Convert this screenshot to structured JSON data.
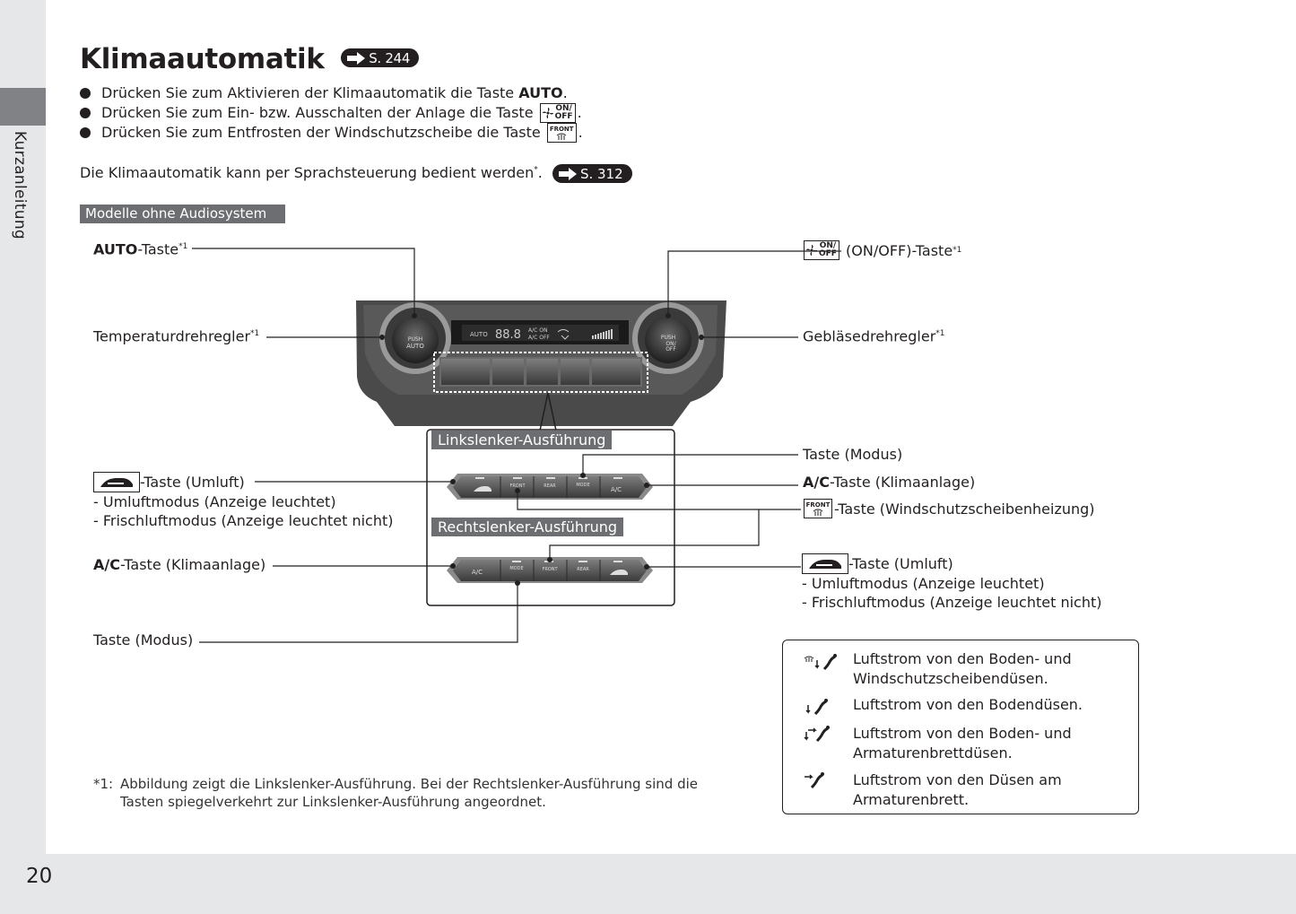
{
  "side_label": "Kurzanleitung",
  "page_number": "20",
  "title": "Klimaautomatik",
  "title_ref": "S. 244",
  "bullets": [
    {
      "prefix": "Drücken Sie zum Aktivieren der Klimaautomatik die Taste ",
      "bold": "AUTO",
      "suffix": "."
    },
    {
      "prefix": "Drücken Sie zum Ein- bzw. Ausschalten der Anlage die Taste ",
      "icon": "ON/\nOFF",
      "suffix": "."
    },
    {
      "prefix": "Drücken Sie zum Entfrosten der Windschutzscheibe die Taste ",
      "icon": "FRONT",
      "suffix": "."
    }
  ],
  "intro": {
    "text": "Die Klimaautomatik kann per Sprachsteuerung bedient werden",
    "mark": "*",
    "end": ".",
    "ref": "S. 312"
  },
  "section": "Modelle ohne Audiosystem",
  "labels": {
    "auto_bold": "AUTO",
    "auto_rest": "-Taste",
    "sup1": "*1",
    "onoff_rest": " (ON/OFF)-Taste",
    "temp": "Temperaturdrehregler",
    "fan": "Gebläsedrehregler",
    "lhd": "Linkslenker-Ausführung",
    "rhd": "Rechtslenker-Ausführung",
    "mode_right": "Taste (Modus)",
    "ac_bold": "A/C",
    "ac_rest": "-Taste (Klimaanlage)",
    "defrost_rest": "-Taste (Windschutzscheibenheizung)",
    "recirc_rest": "-Taste (Umluft)",
    "recirc_sub1": "- Umluftmodus (Anzeige leuchtet)",
    "recirc_sub2": "- Frischluftmodus (Anzeige leuchtet nicht)",
    "mode_left": "Taste (Modus)"
  },
  "display": {
    "auto": "AUTO",
    "digits": "88.8",
    "ac_on": "A/C ON",
    "ac_off": "A/C OFF"
  },
  "knob_left": {
    "line1": "PUSH",
    "line2": "AUTO"
  },
  "knob_right": {
    "line1": "PUSH",
    "line2": "ON/",
    "line3": "OFF"
  },
  "buttons": {
    "front": "FRONT",
    "rear": "REAR",
    "mode": "MODE",
    "ac": "A/C"
  },
  "icon_texts": {
    "on": "ON/",
    "off": "OFF",
    "front": "FRONT"
  },
  "legend": [
    {
      "icon": "floor-windshield-icon",
      "line1": "Luftstrom von den Boden- und",
      "line2": "Windschutzscheibendüsen."
    },
    {
      "icon": "floor-icon",
      "line1": "Luftstrom von den Bodendüsen.",
      "line2": ""
    },
    {
      "icon": "floor-dash-icon",
      "line1": "Luftstrom von den Boden- und",
      "line2": "Armaturenbrettdüsen."
    },
    {
      "icon": "dash-icon",
      "line1": "Luftstrom von den Düsen am",
      "line2": "Armaturenbrett."
    }
  ],
  "footnote": {
    "mark": "*1:",
    "line1": "Abbildung zeigt die Linkslenker-Ausführung. Bei der Rechtslenker-Ausführung sind die",
    "line2": "Tasten spiegelverkehrt zur Linkslenker-Ausführung angeordnet."
  }
}
